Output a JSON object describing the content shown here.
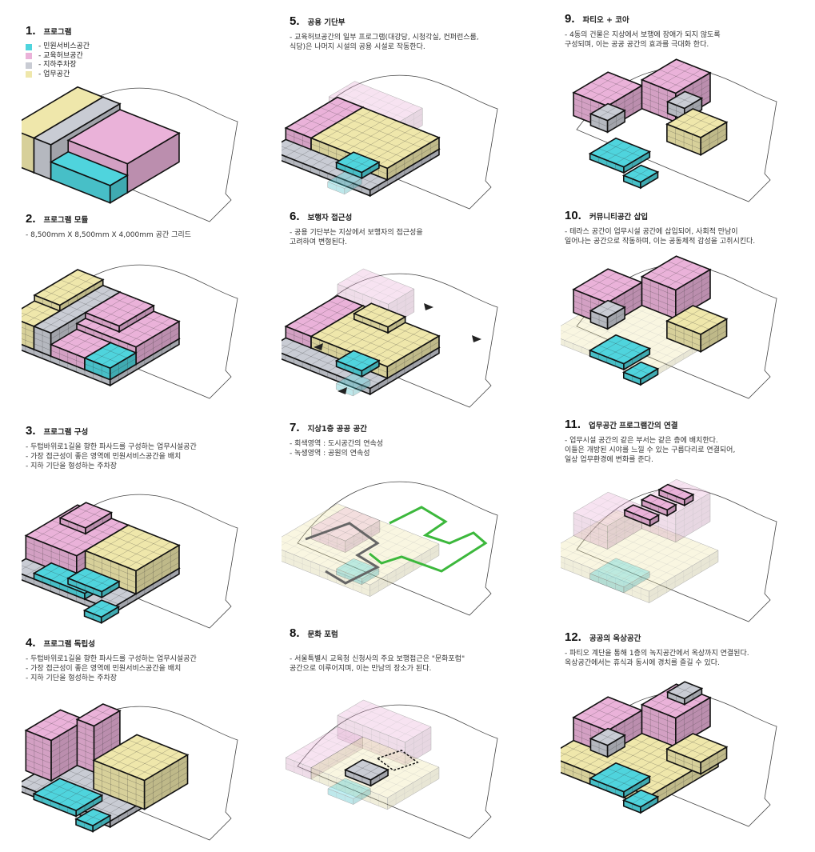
{
  "colors": {
    "cyan": "#4fd4dd",
    "pink": "#eab2d9",
    "gray": "#c9ccd4",
    "yellow": "#efe7ab",
    "green": "#3cb83c",
    "outline": "#666666"
  },
  "panels": [
    {
      "num": "1.",
      "title": "프로그램",
      "desc": [],
      "legend": [
        {
          "label": "- 민원서비스공간",
          "color": "#4fd4dd"
        },
        {
          "label": "- 교육허브공간",
          "color": "#eab2d9"
        },
        {
          "label": "- 지하주차장",
          "color": "#c9ccd4"
        },
        {
          "label": "- 업무공간",
          "color": "#efe7ab"
        }
      ]
    },
    {
      "num": "2.",
      "title": "프로그램 모듈",
      "desc": [
        "- 8,500mm X 8,500mm X 4,000mm 공간 그리드"
      ]
    },
    {
      "num": "3.",
      "title": "프로그램 구성",
      "desc": [
        "- 두텁바위로1길을 향한 파사드를 구성하는 업무시설공간",
        "- 가장 접근성이 좋은 영역에 민원서비스공간을 배치",
        "- 지하 기단을 형성하는 주차장"
      ]
    },
    {
      "num": "4.",
      "title": "프로그램 독립성",
      "desc": [
        "- 두텁바위로1길을 향한 파사드를 구성하는 업무시설공간",
        "- 가장 접근성이 좋은 영역에 민원서비스공간을 배치",
        "- 지하 기단을 형성하는 주차장"
      ]
    },
    {
      "num": "5.",
      "title": "공용 기단부",
      "desc": [
        "- 교육허브공간의 일부 프로그램(대강당, 시청각실, 컨퍼런스룸,",
        "식당)은 나머지 시설의 공용 시설로 작동한다."
      ]
    },
    {
      "num": "6.",
      "title": "보행자 접근성",
      "desc": [
        "- 공용 기단부는 지상에서 보행자의 접근성을",
        "고려하여 변형된다."
      ]
    },
    {
      "num": "7.",
      "title": "지상1층 공공 공간",
      "desc": [
        "- 회색영역 : 도시공간의 연속성",
        "- 녹생영역 : 공원의 연속성"
      ]
    },
    {
      "num": "8.",
      "title": "문화 포럼",
      "desc": [
        "",
        "- 서울특별시 교육청 신청사의 주요 보행접근은 \"문화포럼\"",
        "공간으로 이루어지며, 이는 만남의 장소가 된다."
      ]
    },
    {
      "num": "9.",
      "title": "파티오 + 코아",
      "desc": [
        "- 4동의 건물은 지상에서 보행에 장애가 되지 않도록",
        "구성되며, 이는 공공 공간의 효과를 극대화 한다."
      ]
    },
    {
      "num": "10.",
      "title": "커뮤니티공간 삽입",
      "desc": [
        "- 테라스 공간이 업무시설 공간에 삽입되어, 사회적 만남이",
        "일어나는 공간으로 작동하며, 이는 공동체적 감성을 고취시킨다."
      ]
    },
    {
      "num": "11.",
      "title": "업무공간 프로그램간의 연결",
      "desc": [
        "- 업무시설 공간의 같은 부서는 같은 층에 배치한다.",
        "이들은 개방된 시야를 느낄 수 있는 구름다리로 연결되어,",
        "일상 업무환경에 변화를 준다."
      ]
    },
    {
      "num": "12.",
      "title": "공공의 옥상공간",
      "desc": [
        "- 파티오 계단을 통해 1층의 녹지공간에서 옥상까지 연결된다.",
        "옥상공간에서는 휴식과 동시에 경치를 즐길 수 있다."
      ]
    }
  ]
}
